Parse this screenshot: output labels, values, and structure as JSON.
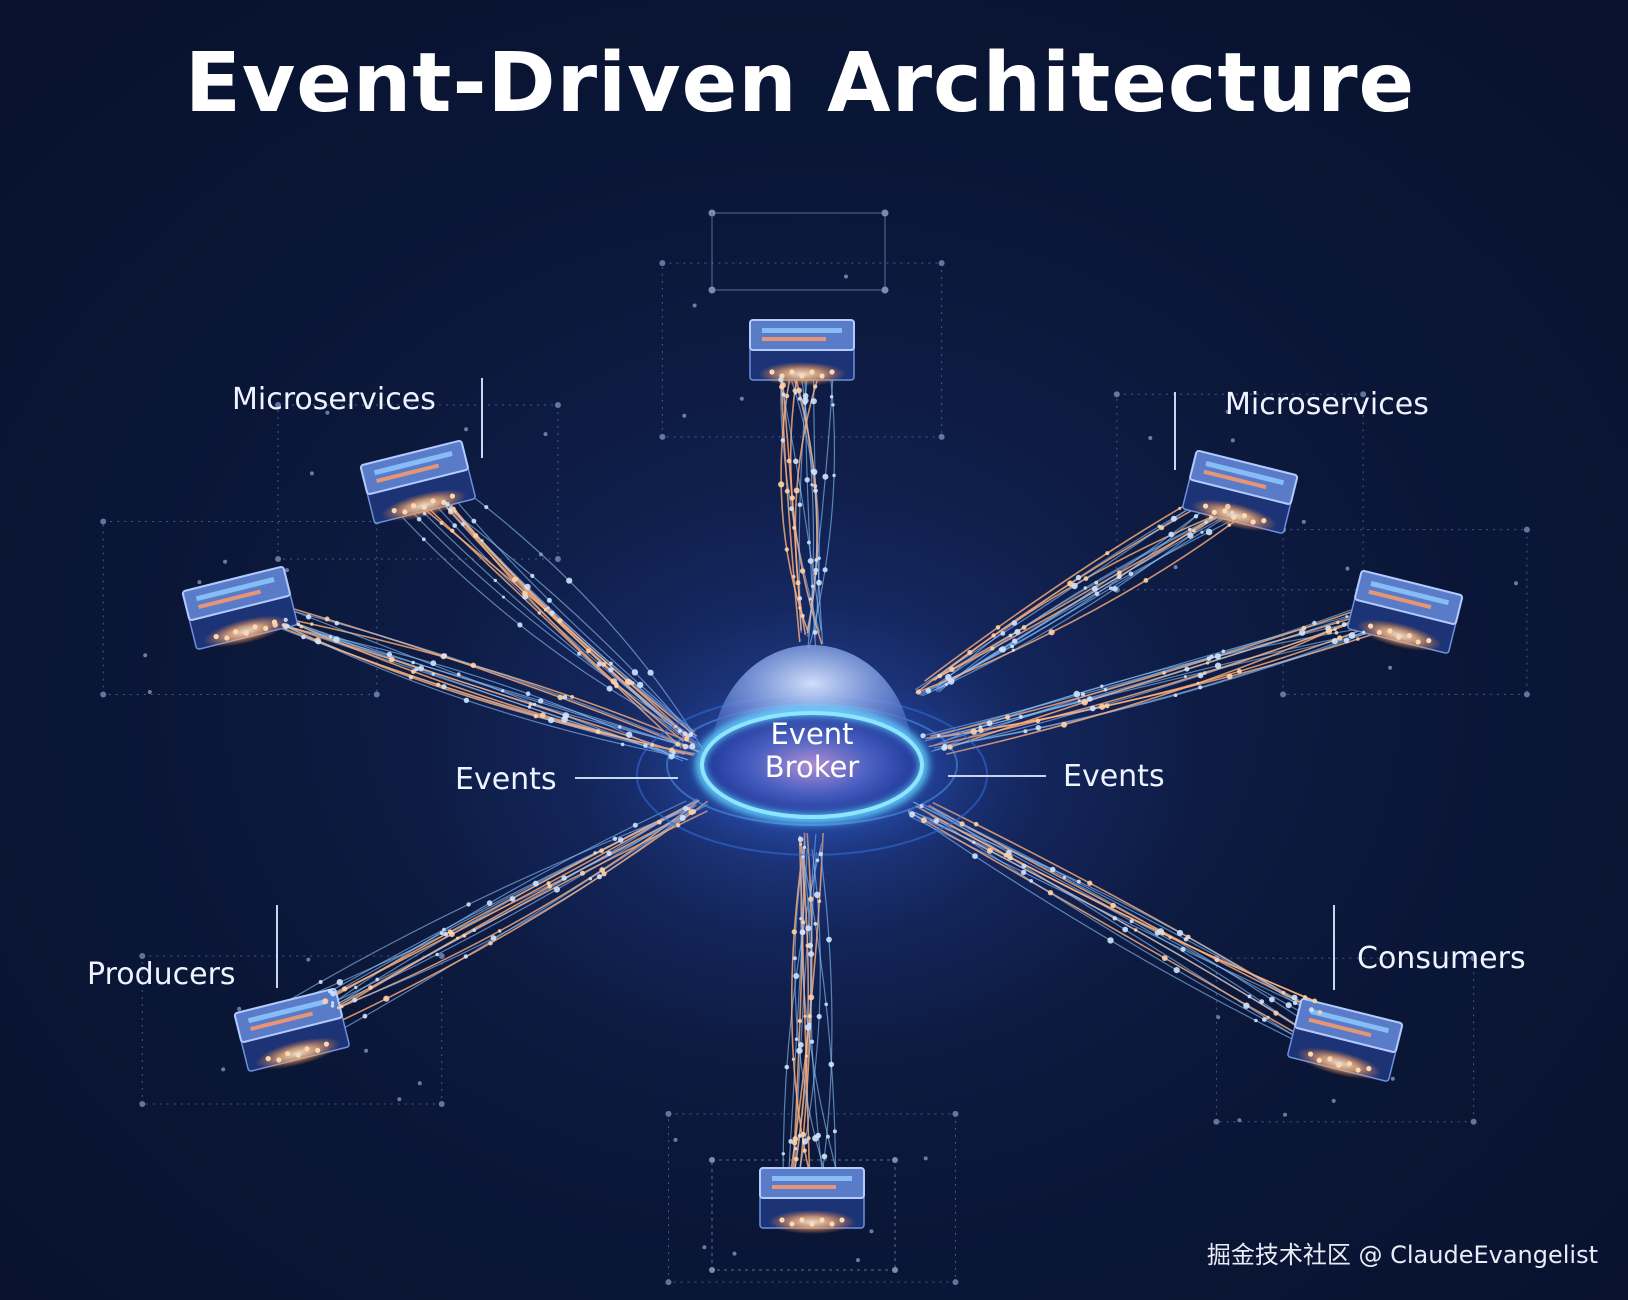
{
  "title": "Event-Driven Architecture",
  "broker": {
    "line1": "Event",
    "line2": "Broker"
  },
  "labels": {
    "microservices_left": "Microservices",
    "microservices_right": "Microservices",
    "events_left": "Events",
    "events_right": "Events",
    "producers": "Producers",
    "consumers": "Consumers"
  },
  "watermark": "掘金技术社区 @ ClaudeEvangelist",
  "colors": {
    "background": "#0a1534",
    "line_blue": "#8fc6ff",
    "line_orange": "#ffb07a",
    "glow": "#ffd8b0",
    "node_face": "#5a7cc8",
    "ring": "#49b6ff"
  },
  "nodes": [
    {
      "name": "top-node"
    },
    {
      "name": "upper-left-microservice-node"
    },
    {
      "name": "left-microservice-node"
    },
    {
      "name": "upper-right-microservice-node"
    },
    {
      "name": "right-microservice-node"
    },
    {
      "name": "producer-node"
    },
    {
      "name": "consumer-node"
    },
    {
      "name": "bottom-node"
    }
  ]
}
